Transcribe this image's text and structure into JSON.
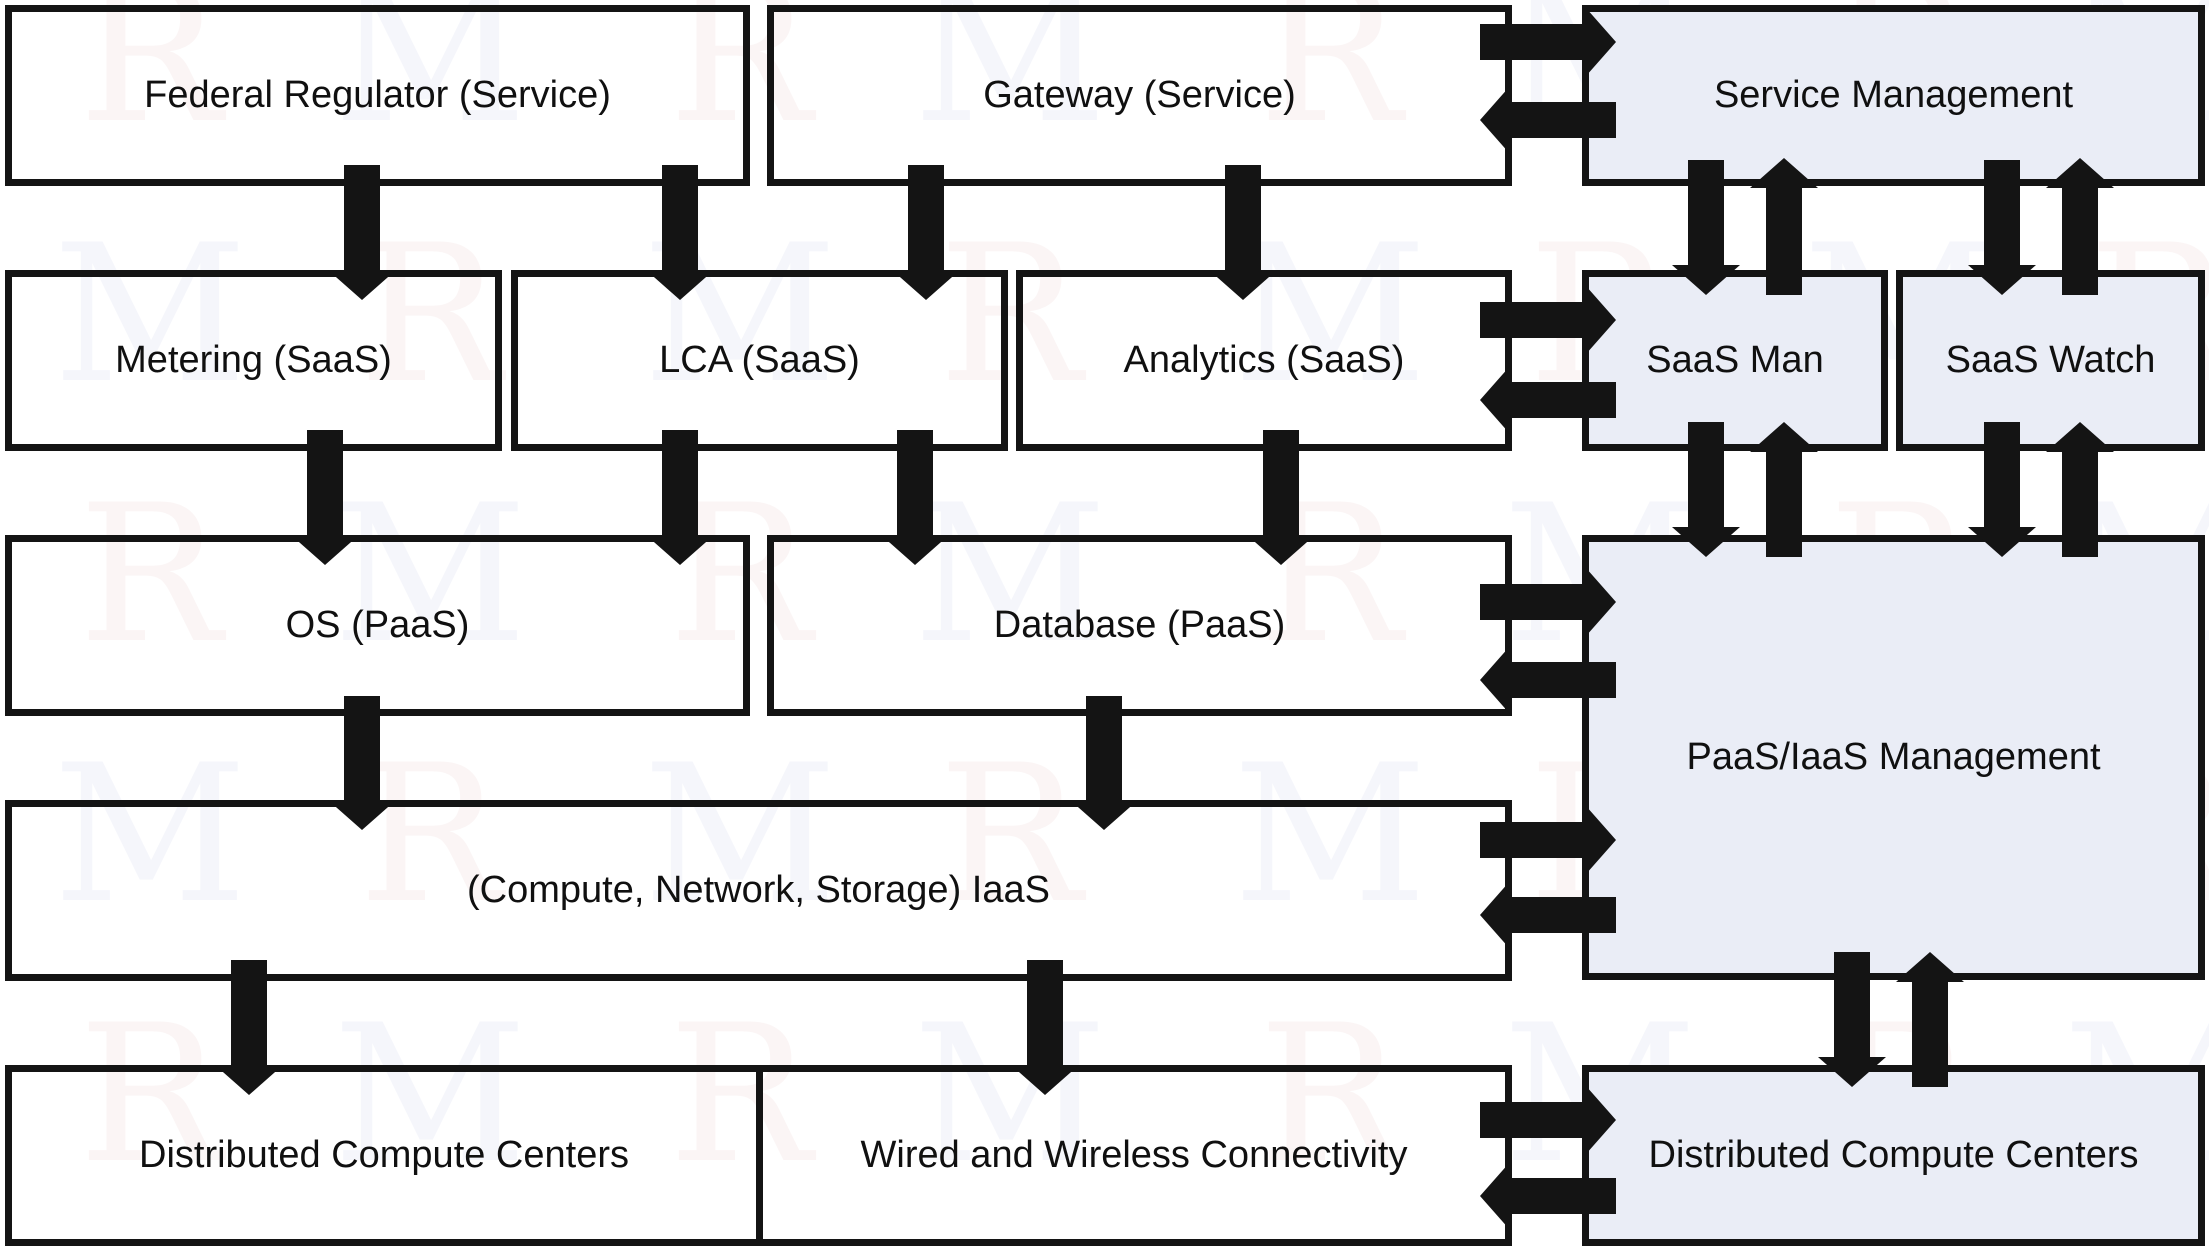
{
  "colors": {
    "line": "#141414",
    "management_fill": "#eaedf6",
    "background": "#ffffff"
  },
  "watermark": {
    "letters": [
      "R",
      "M"
    ]
  },
  "boxes": {
    "federal_regulator": "Federal Regulator (Service)",
    "gateway": "Gateway (Service)",
    "service_management": "Service Management",
    "metering": "Metering (SaaS)",
    "lca": "LCA (SaaS)",
    "analytics": "Analytics (SaaS)",
    "saas_man": "SaaS Man",
    "saas_watch": "SaaS Watch",
    "os": "OS (PaaS)",
    "database": "Database (PaaS)",
    "paas_iaas_management": "PaaS/IaaS Management",
    "iaas": "(Compute, Network, Storage) IaaS",
    "distributed_compute_centers": "Distributed Compute Centers",
    "wired_wireless": "Wired and Wireless Connectivity",
    "distributed_compute_centers_mgmt": "Distributed Compute Centers"
  }
}
